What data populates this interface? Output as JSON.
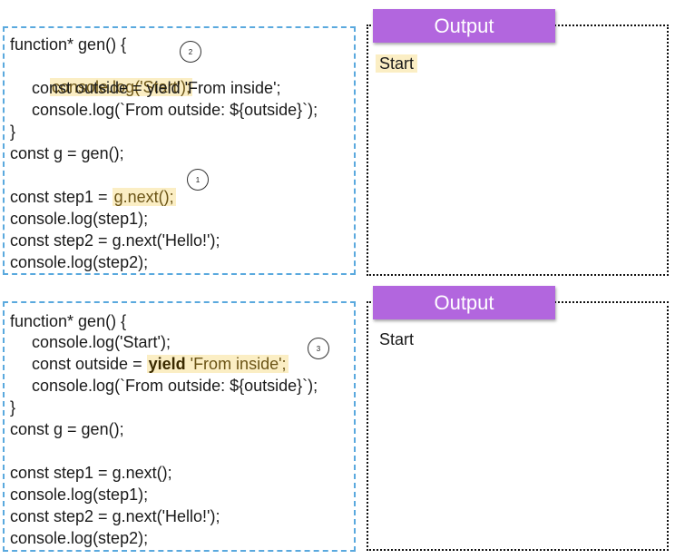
{
  "top": {
    "code": {
      "line1": "function* gen() {",
      "line2": "console.log('Start');",
      "line3": "const outside = yield 'From inside';",
      "line4": "console.log(`From outside: ${outside}`);",
      "line5": "}",
      "line6": "const g = gen();",
      "line7_prefix": "const step1 = ",
      "line7_call": "g.next();",
      "line8": "console.log(step1);",
      "line9": "const step2 = g.next('Hello!');",
      "line10": "console.log(step2);"
    },
    "badges": {
      "first": "1",
      "second": "2"
    },
    "output": {
      "header": "Output",
      "lines": [
        "Start"
      ]
    }
  },
  "bottom": {
    "code": {
      "line1": "function* gen() {",
      "line2": "console.log('Start');",
      "line3_prefix": "const outside = ",
      "line3_keyword": "yield",
      "line3_rest": " 'From inside';",
      "line4": "console.log(`From outside: ${outside}`);",
      "line5": "}",
      "line6": "const g = gen();",
      "line7": "const step1 = g.next();",
      "line8": "console.log(step1);",
      "line9": "const step2 = g.next('Hello!');",
      "line10": "console.log(step2);"
    },
    "badges": {
      "third": "3"
    },
    "output": {
      "header": "Output",
      "lines": [
        "Start"
      ]
    }
  },
  "colors": {
    "code_border": "#5aa9de",
    "highlight": "#fbeec4",
    "output_header": "#b266de",
    "output_border": "#111111"
  }
}
